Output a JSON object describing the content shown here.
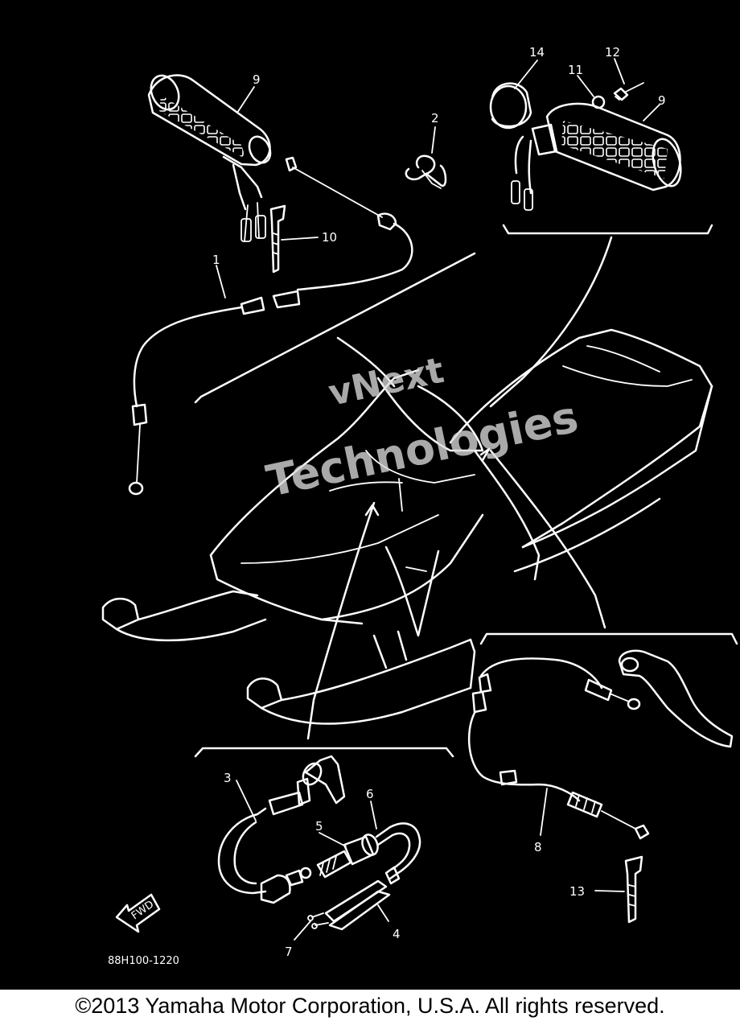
{
  "diagram": {
    "callouts": [
      {
        "id": "1",
        "label": "1"
      },
      {
        "id": "2",
        "label": "2"
      },
      {
        "id": "3",
        "label": "3"
      },
      {
        "id": "4",
        "label": "4"
      },
      {
        "id": "5",
        "label": "5"
      },
      {
        "id": "6",
        "label": "6"
      },
      {
        "id": "7",
        "label": "7"
      },
      {
        "id": "8",
        "label": "8"
      },
      {
        "id": "9-left",
        "label": "9"
      },
      {
        "id": "9-right",
        "label": "9"
      },
      {
        "id": "10",
        "label": "10"
      },
      {
        "id": "11",
        "label": "11"
      },
      {
        "id": "12",
        "label": "12"
      },
      {
        "id": "13",
        "label": "13"
      },
      {
        "id": "14",
        "label": "14"
      }
    ],
    "fwd_label": "FWD",
    "part_code": "88H100-1220",
    "watermark": {
      "line1": "vNext",
      "line2": "Technologies"
    },
    "colors": {
      "background": "#000000",
      "line": "#ffffff",
      "watermark": "#d9d9d9"
    }
  },
  "footer": {
    "copyright": "©2013 Yamaha Motor Corporation, U.S.A. All rights reserved."
  }
}
